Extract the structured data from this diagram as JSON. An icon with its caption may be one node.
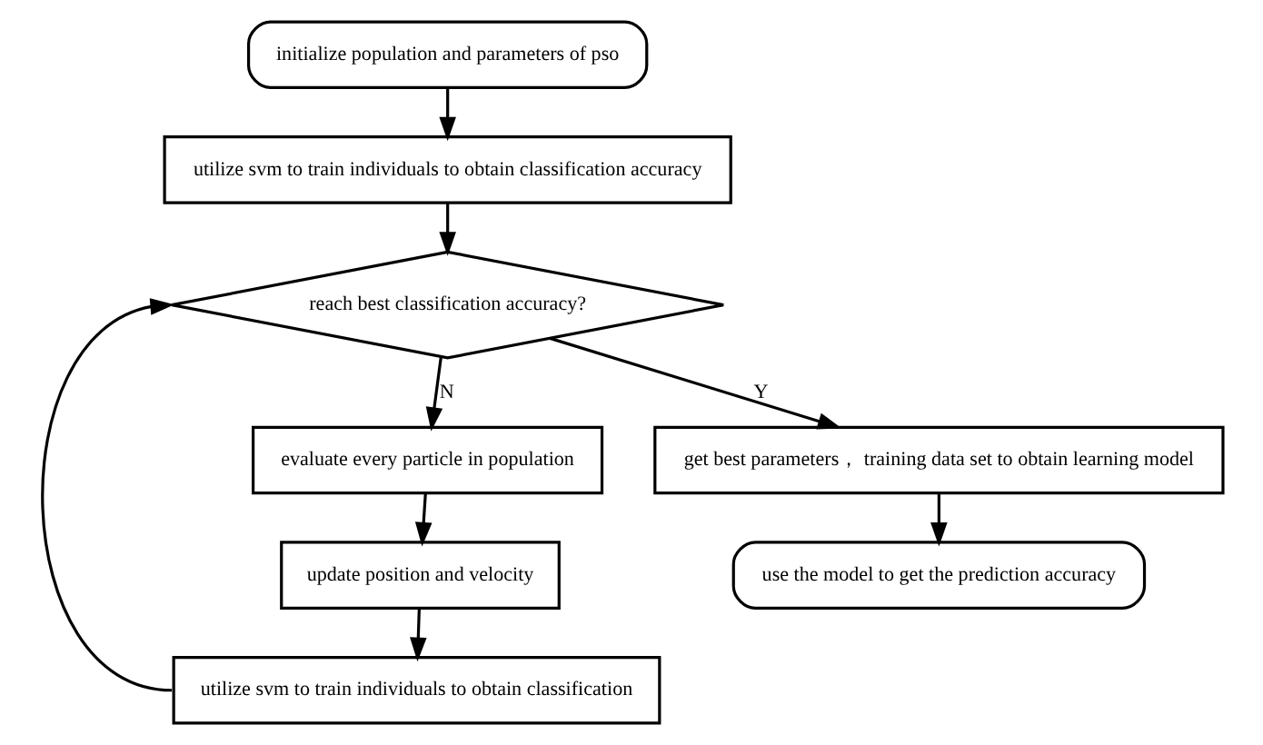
{
  "diagram": {
    "nodes": [
      {
        "text": [
          "initialize population and parameters of pso"
        ]
      },
      {
        "text": [
          "utilize svm to train individuals to obtain classification accuracy"
        ]
      },
      {
        "text": [
          "reach best classification accuracy?"
        ]
      },
      {
        "text": [
          "evaluate every particle in population"
        ]
      },
      {
        "text": [
          "update position and velocity"
        ]
      },
      {
        "text": [
          "utilize svm to train individuals to obtain classification"
        ]
      },
      {
        "text": [
          "get best parameters， training data set to obtain learning model"
        ]
      },
      {
        "text": [
          "use the model to get the prediction accuracy"
        ]
      }
    ],
    "edges": [
      {
        "from": 0,
        "to": 1,
        "arrow": "to"
      },
      {
        "from": 1,
        "to": 2,
        "arrow": "to"
      },
      {
        "from": 2,
        "to": 3,
        "arrow": "to",
        "label": "N"
      },
      {
        "from": 3,
        "to": 4,
        "arrow": "to"
      },
      {
        "from": 4,
        "to": 5,
        "arrow": "to"
      },
      {
        "from": 5,
        "to": 2,
        "arrow": "to"
      },
      {
        "from": 2,
        "to": 6,
        "arrow": "to",
        "label": "Y"
      },
      {
        "from": 6,
        "to": 7,
        "arrow": "to"
      }
    ]
  }
}
